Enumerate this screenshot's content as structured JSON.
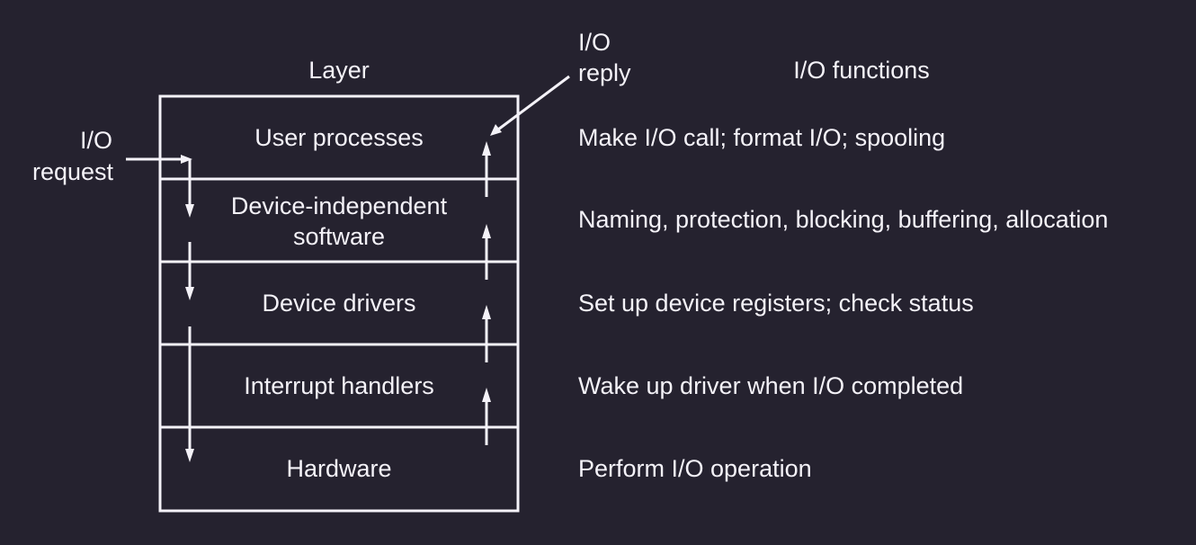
{
  "headers": {
    "layer": "Layer",
    "functions": "I/O functions",
    "reply": [
      "I/O",
      "reply"
    ],
    "request": [
      "I/O",
      "request"
    ]
  },
  "layers": [
    {
      "name": [
        "User processes"
      ],
      "function": "Make I/O call; format I/O; spooling"
    },
    {
      "name": [
        "Device-independent",
        "software"
      ],
      "function": "Naming, protection, blocking, buffering, allocation"
    },
    {
      "name": [
        "Device drivers"
      ],
      "function": "Set up device registers; check status"
    },
    {
      "name": [
        "Interrupt handlers"
      ],
      "function": "Wake up driver when I/O completed"
    },
    {
      "name": [
        "Hardware"
      ],
      "function": "Perform I/O operation"
    }
  ],
  "colors": {
    "background": "#25222f",
    "foreground": "#f4f2f8"
  }
}
